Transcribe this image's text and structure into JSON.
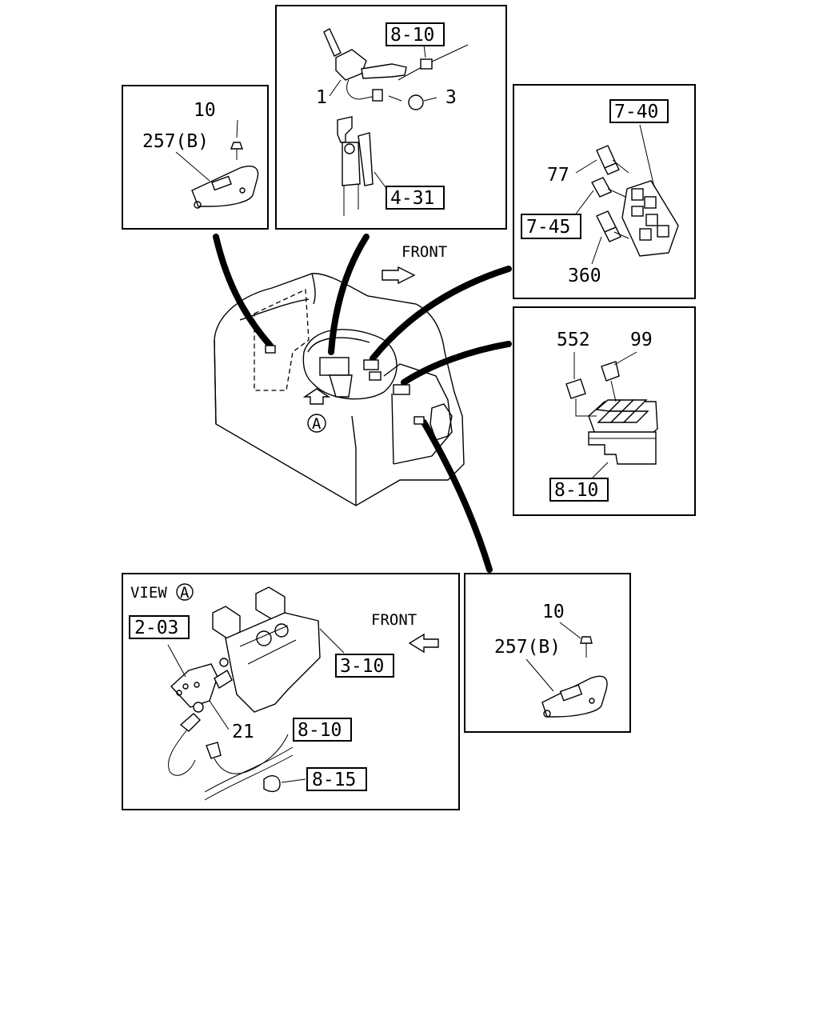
{
  "callouts": {
    "top_left": {
      "num_10": "10",
      "num_257b": "257(B)"
    },
    "top_center": {
      "ref_8_10": "8-10",
      "num_1": "1",
      "num_3": "3",
      "ref_4_31": "4-31"
    },
    "top_right": {
      "ref_7_40": "7-40",
      "num_77": "77",
      "ref_7_45": "7-45",
      "num_360": "360"
    },
    "middle_right": {
      "num_552": "552",
      "num_99": "99",
      "ref_8_10": "8-10"
    },
    "main": {
      "front": "FRONT",
      "view_marker": "A"
    },
    "view_a": {
      "title": "VIEW",
      "marker": "A",
      "ref_2_03": "2-03",
      "front": "FRONT",
      "ref_3_10": "3-10",
      "num_21": "21",
      "ref_8_10": "8-10",
      "ref_8_15": "8-15"
    },
    "bottom_right": {
      "num_10": "10",
      "num_257b": "257(B)"
    }
  }
}
